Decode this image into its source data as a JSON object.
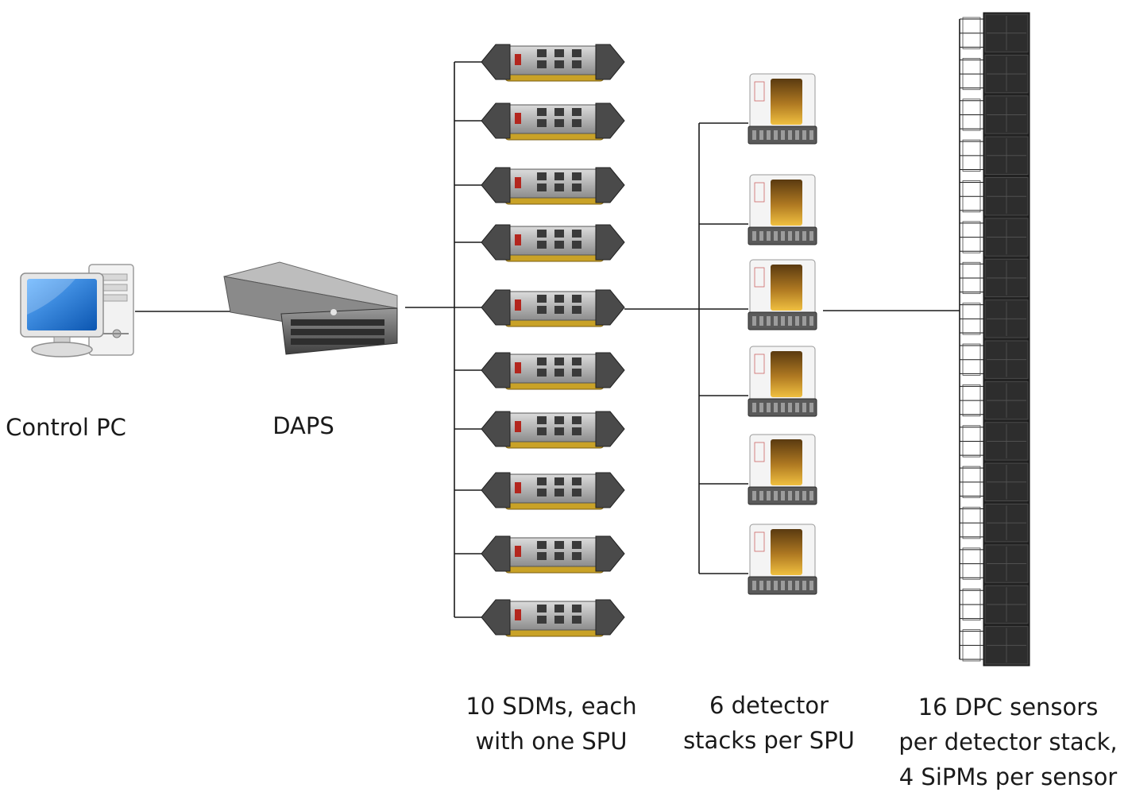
{
  "components": {
    "control_pc": {
      "label": "Control PC",
      "icon": "desktop-computer-icon"
    },
    "daps": {
      "label": "DAPS",
      "icon": "rack-server-icon"
    },
    "sdm": {
      "count": 10,
      "icon": "sdm-module-icon",
      "label_lines": [
        "10 SDMs, each",
        "with one SPU"
      ]
    },
    "detector_stack": {
      "count": 6,
      "icon": "detector-stack-icon",
      "label_lines": [
        "6 detector",
        "stacks per SPU"
      ]
    },
    "dpc_sensor": {
      "count": 16,
      "icon": "dpc-sensor-column-icon",
      "label_lines": [
        "16 DPC sensors",
        "per detector stack,",
        "4 SiPMs per sensor"
      ]
    }
  },
  "colors": {
    "line": "#1a1a1a",
    "monitor_screen": "#1e73c8",
    "server_body": "#6b6b6b",
    "module_gold": "#c9a227",
    "detector_amber": "#d79a2b",
    "sensor_dark": "#2a2a2a"
  }
}
